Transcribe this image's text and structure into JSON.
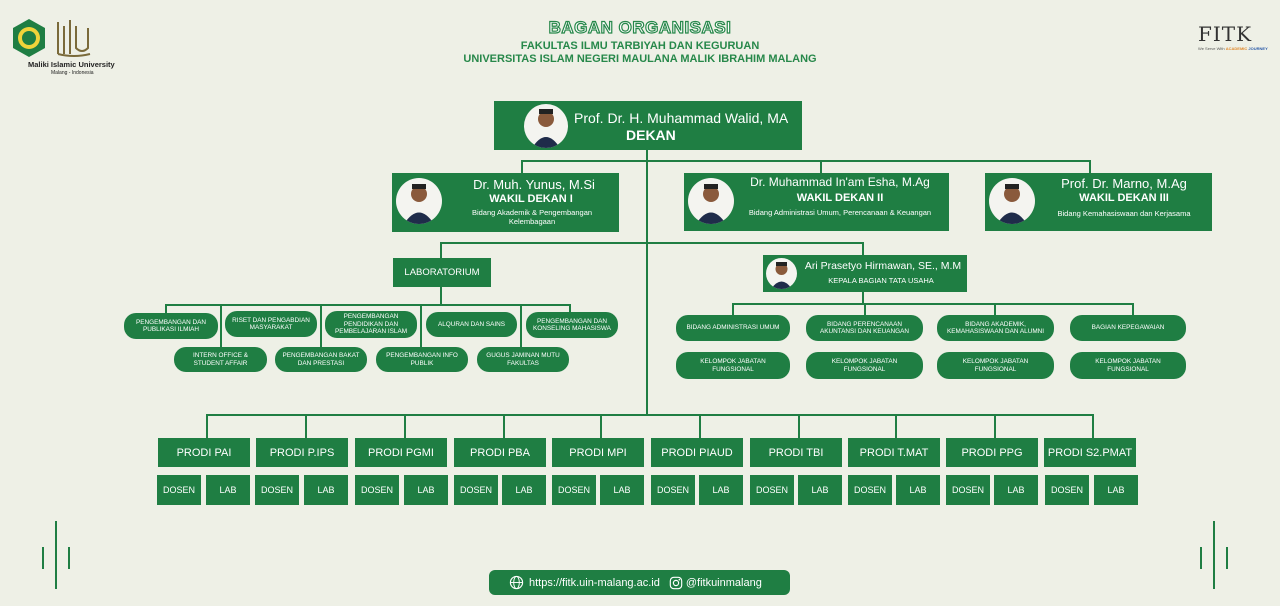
{
  "header": {
    "title": "BAGAN ORGANISASI",
    "line1": "FAKULTAS ILMU TARBIYAH DAN KEGURUAN",
    "line2": "UNIVERSITAS ISLAM NEGERI MAULANA MALIK IBRAHIM MALANG",
    "uni_name": "Maliki Islamic University",
    "uni_loc": "Malang - Indonesia",
    "fitk_logo": "FITK",
    "fitk_tagline_a": "We Serve With",
    "fitk_tagline_b": "ACADEMIC",
    "fitk_tagline_c": "JOURNEY"
  },
  "dekan": {
    "name": "Prof. Dr. H. Muhammad Walid, MA",
    "role": "DEKAN"
  },
  "wakil": [
    {
      "name": "Dr. Muh. Yunus, M.Si",
      "role": "WAKIL DEKAN I",
      "desc": "Bidang Akademik & Pengembangan Kelembagaan"
    },
    {
      "name": "Dr. Muhammad In'am Esha, M.Ag",
      "role": "WAKIL DEKAN II",
      "desc": "Bidang Administrasi Umum, Perencanaan & Keuangan"
    },
    {
      "name": "Prof. Dr. Marno, M.Ag",
      "role": "WAKIL DEKAN III",
      "desc": "Bidang Kemahasiswaan dan Kerjasama"
    }
  ],
  "lab": {
    "title": "LABORATORIUM",
    "units": [
      "PENGEMBANGAN DAN PUBLIKASI ILMIAH",
      "RISET DAN PENGABDIAN MASYARAKAT",
      "PENGEMBANGAN PENDIDIKAN DAN PEMBELAJARAN ISLAM",
      "ALQURAN DAN SAINS",
      "PENGEMBANGAN DAN KONSELING MAHASISWA",
      "INTERN OFFICE & STUDENT AFFAIR",
      "PENGEMBANGAN BAKAT DAN PRESTASI",
      "PENGEMBANGAN INFO PUBLIK",
      "GUGUS JAMINAN MUTU FAKULTAS"
    ]
  },
  "kabag": {
    "name": "Ari Prasetyo Hirmawan, SE., M.M",
    "role": "KEPALA BAGIAN TATA USAHA"
  },
  "bidang": [
    {
      "label": "BIDANG ADMINISTRASI UMUM",
      "sub": "KELOMPOK JABATAN FUNGSIONAL"
    },
    {
      "label": "BIDANG PERENCANAAN AKUNTANSI DAN KEUANGAN",
      "sub": "KELOMPOK JABATAN FUNGSIONAL"
    },
    {
      "label": "BIDANG AKADEMIK, KEMAHASISWAAN DAN ALUMNI",
      "sub": "KELOMPOK JABATAN FUNGSIONAL"
    },
    {
      "label": "BAGIAN KEPEGAWAIAN",
      "sub": "KELOMPOK JABATAN FUNGSIONAL"
    }
  ],
  "prodi": [
    "PRODI PAI",
    "PRODI P.IPS",
    "PRODI PGMI",
    "PRODI PBA",
    "PRODI MPI",
    "PRODI PIAUD",
    "PRODI TBI",
    "PRODI T.MAT",
    "PRODI PPG",
    "PRODI S2.PMAT"
  ],
  "prodi_sub": {
    "dosen": "DOSEN",
    "lab": "LAB"
  },
  "footer": {
    "website": "https://fitk.uin-malang.ac.id",
    "instagram": "@fitkuinmalang"
  },
  "icons": [
    "globe-icon",
    "instagram-icon",
    "person-avatar-icon"
  ],
  "colors": {
    "background": "#eef0e6",
    "primary_green": "#1f7e43",
    "title_green": "#27884a",
    "accent_orange": "#e0892d"
  }
}
